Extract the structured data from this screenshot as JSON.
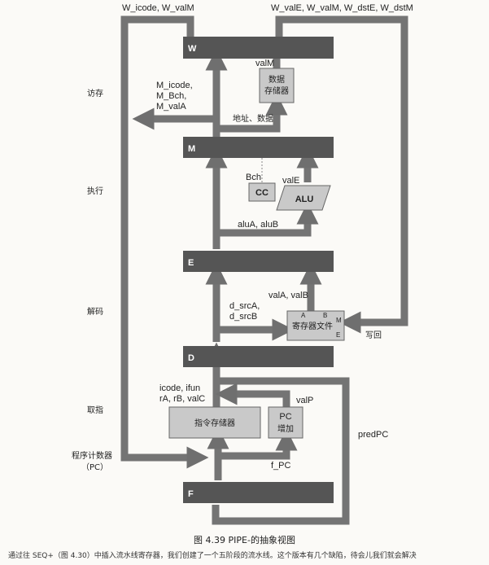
{
  "top": {
    "left_label": "W_icode, W_valM",
    "right_label": "W_valE, W_valM, W_dstE, W_dstM"
  },
  "stages": {
    "memory": "访存",
    "execute": "执行",
    "decode": "解码",
    "fetch": "取指",
    "pc_line1": "程序计数器",
    "pc_line2": "（PC）"
  },
  "registers": {
    "W": "W",
    "M": "M",
    "E": "E",
    "D": "D",
    "F": "F"
  },
  "memory": {
    "valM": "valM",
    "data_mem_line1": "数据",
    "data_mem_line2": "存储器",
    "out_line1": "M_icode,",
    "out_line2": "M_Bch,",
    "out_line3": "M_valA",
    "addr_data": "地址、数据"
  },
  "execute": {
    "bch": "Bch",
    "valE": "valE",
    "cc": "CC",
    "alu": "ALU",
    "alu_inputs": "aluA, aluB"
  },
  "decode": {
    "valA_valB": "valA, valB",
    "srcA": "d_srcA,",
    "srcB": "d_srcB",
    "regfile": "寄存器文件",
    "port_A": "A",
    "port_B": "B",
    "port_M": "M",
    "port_E": "E",
    "write_back": "写回"
  },
  "fetch": {
    "icode_ifun": "icode, ifun",
    "rA_rB_valC": "rA, rB, valC",
    "valP": "valP",
    "imem": "指令存储器",
    "pc_inc_line1": "PC",
    "pc_inc_line2": "增加",
    "predPC": "predPC",
    "f_PC": "f_PC"
  },
  "caption": "图 4.39   PIPE-的抽象视图",
  "note": "通过往 SEQ+（图 4.30）中插入流水线寄存器，我们创建了一个五阶段的流水线。这个版本有几个缺陷，待会儿我们就会解决"
}
